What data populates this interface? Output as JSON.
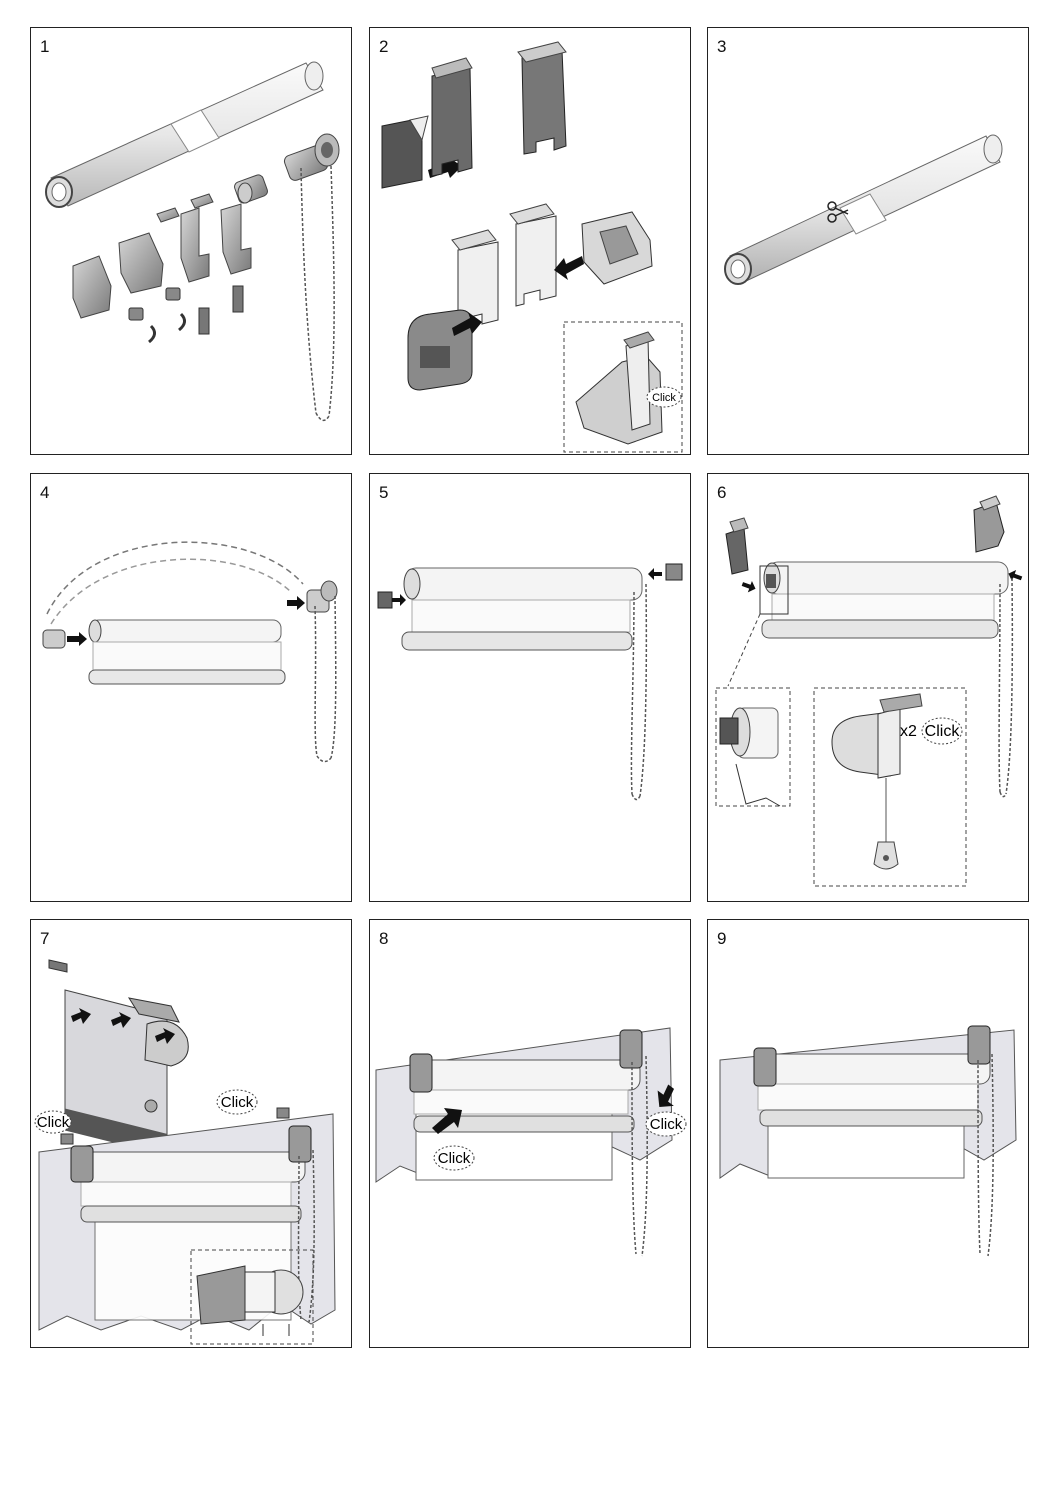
{
  "steps": [
    {
      "number": "1"
    },
    {
      "number": "2",
      "click_label": "Click"
    },
    {
      "number": "3"
    },
    {
      "number": "4"
    },
    {
      "number": "5"
    },
    {
      "number": "6",
      "multiplier": "x2",
      "click_label": "Click"
    },
    {
      "number": "7",
      "click_label_left": "Click",
      "click_label_right": "Click"
    },
    {
      "number": "8",
      "click_label_left": "Click",
      "click_label_right": "Click"
    },
    {
      "number": "9"
    }
  ],
  "colors": {
    "frame": "#222222",
    "tube": "#f2f2f2",
    "metal": "#9a9a9a",
    "dark": "#4a4a4a",
    "arrow": "#111111",
    "wall": "#e6e6ea"
  }
}
